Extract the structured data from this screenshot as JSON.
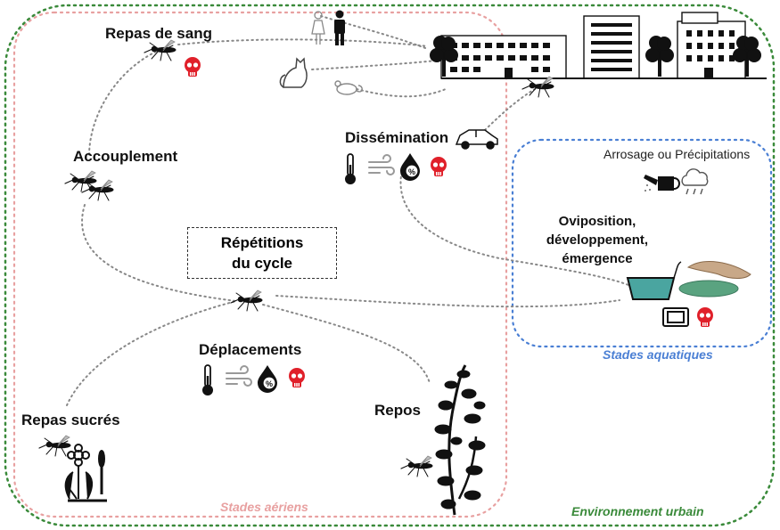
{
  "labels": {
    "repas_de_sang": "Repas de sang",
    "accouplement": "Accouplement",
    "dissemination": "Dissémination",
    "repetitions_line1": "Répétitions",
    "repetitions_line2": "du cycle",
    "deplacements": "Déplacements",
    "repas_sucres": "Repas sucrés",
    "repos": "Repos",
    "arrosage": "Arrosage ou Précipitations",
    "oviposition_line1": "Oviposition,",
    "oviposition_line2": "développement,",
    "oviposition_line3": "émergence"
  },
  "zones": {
    "aquatic": {
      "label": "Stades aquatiques",
      "color": "#4a7fd4"
    },
    "aerial": {
      "label": "Stades aériens",
      "color": "#e8a0a0"
    },
    "urban": {
      "label": "Environnement urbain",
      "color": "#3a8a3a"
    }
  },
  "icons": {
    "mortality": "skull-icon",
    "temperature": "thermometer-icon",
    "wind": "wind-icon",
    "humidity": "humidity-percent-icon",
    "vehicle": "car-icon",
    "watering": "watering-can-icon",
    "rain": "rain-cloud-icon",
    "container": "water-container-icon",
    "tire": "tire-icon",
    "hosts": [
      "woman-icon",
      "man-icon",
      "cat-icon",
      "rat-icon"
    ],
    "buildings": "city-buildings-icon"
  },
  "colors": {
    "skull": "#e0202a",
    "dots": "#888888"
  }
}
